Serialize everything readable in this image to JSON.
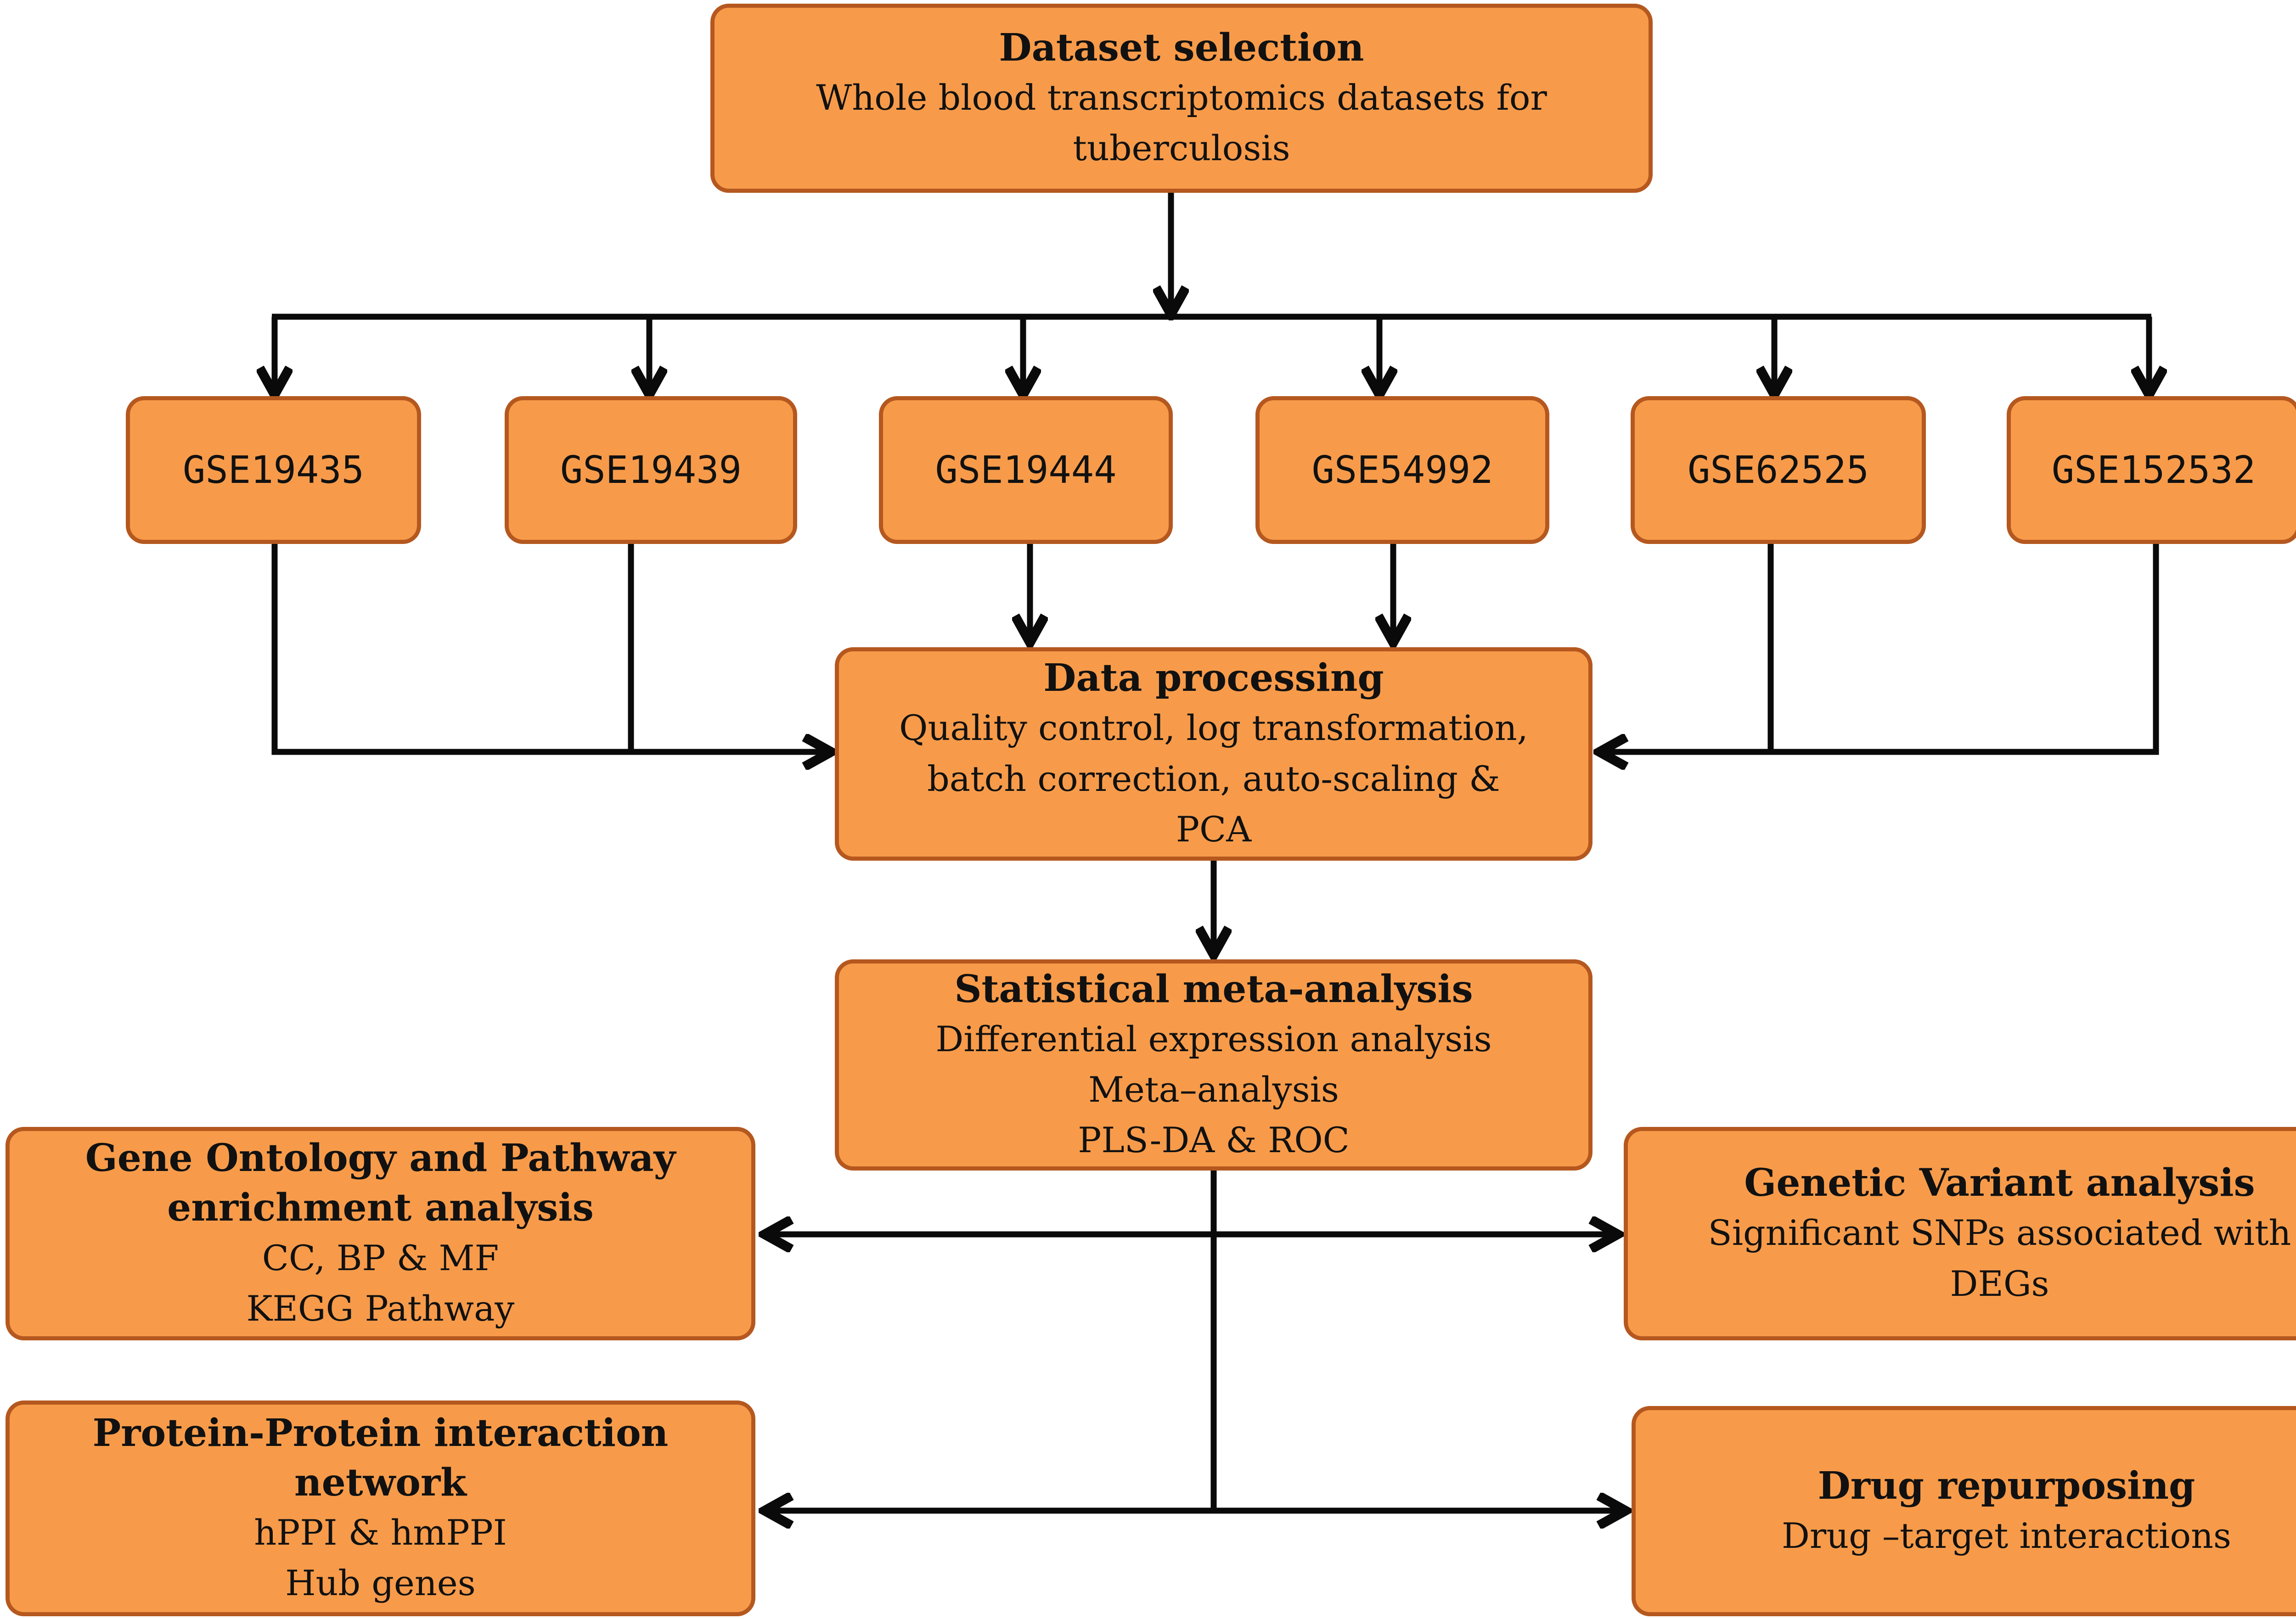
{
  "colors": {
    "box_fill": "#f79b4a",
    "box_border": "#b5581f",
    "line": "#0a0a0a"
  },
  "dataset_selection": {
    "title": "Dataset selection",
    "lines": [
      "Whole blood transcriptomics datasets for",
      "tuberculosis"
    ]
  },
  "datasets": [
    "GSE19435",
    "GSE19439",
    "GSE19444",
    "GSE54992",
    "GSE62525",
    "GSE152532"
  ],
  "data_processing": {
    "title": "Data processing",
    "lines": [
      "Quality  control, log transformation,",
      "batch correction, auto-scaling &",
      "PCA"
    ]
  },
  "meta_analysis": {
    "title": "Statistical meta-analysis",
    "lines": [
      "Differential expression analysis",
      "Meta–analysis",
      "PLS-DA & ROC"
    ]
  },
  "gene_ontology": {
    "title": [
      "Gene Ontology  and Pathway",
      "enrichment analysis"
    ],
    "lines": [
      "CC, BP & MF",
      "KEGG Pathway"
    ]
  },
  "genetic_variant": {
    "title": "Genetic Variant  analysis",
    "lines": [
      "Significant  SNPs associated with",
      "DEGs"
    ]
  },
  "ppi": {
    "title": [
      "Protein-Protein interaction",
      "network"
    ],
    "lines": [
      "hPPI & hmPPI",
      "Hub genes"
    ]
  },
  "drug": {
    "title": "Drug repurposing",
    "lines": [
      "Drug –target interactions"
    ]
  }
}
